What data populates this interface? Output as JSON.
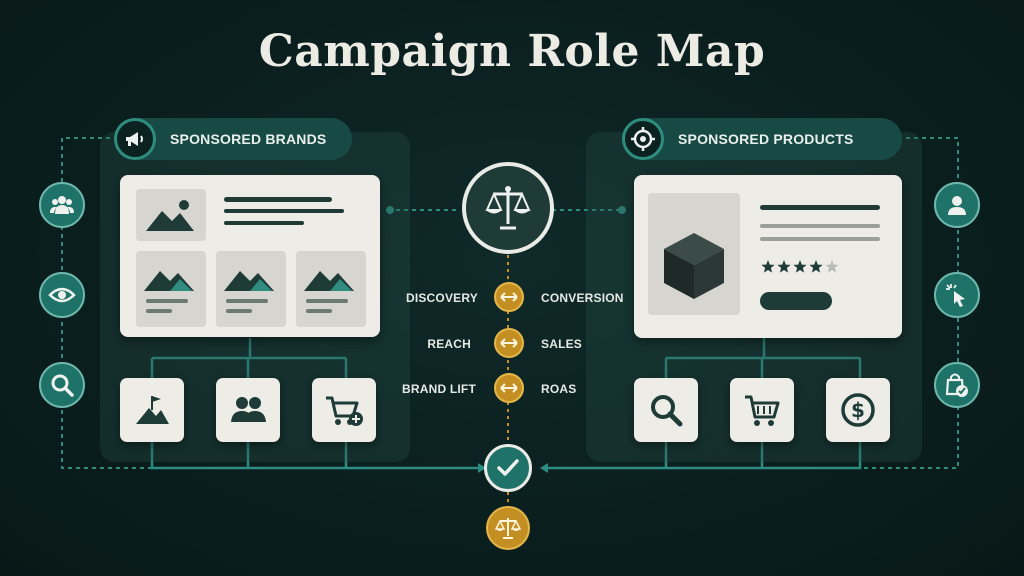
{
  "title": "Campaign Role Map",
  "left": {
    "header": "SPONSORED BRANDS",
    "header_icon": "megaphone-icon",
    "side_icons": [
      "audience-icon",
      "eye-icon",
      "search-icon"
    ],
    "tiles": [
      "flag-mountain-icon",
      "people-icon",
      "cart-plus-icon"
    ]
  },
  "right": {
    "header": "SPONSORED PRODUCTS",
    "header_icon": "target-icon",
    "side_icons": [
      "user-icon",
      "cursor-click-icon",
      "shopping-bag-check-icon"
    ],
    "tiles": [
      "search-icon",
      "cart-icon",
      "dollar-icon"
    ],
    "rating_stars": 4,
    "rating_max": 5
  },
  "center": {
    "top_icon": "scales-icon",
    "bottom_check_icon": "check-icon",
    "bottom_scales_icon": "scales-small-icon",
    "metrics": [
      {
        "left": "DISCOVERY",
        "right": "CONVERSION"
      },
      {
        "left": "REACH",
        "right": "SALES"
      },
      {
        "left": "BRAND LIFT",
        "right": "ROAS"
      }
    ]
  },
  "colors": {
    "background": "#0b1f1f",
    "accent_teal": "#2f8d80",
    "accent_gold": "#c48f22",
    "card": "#edece6",
    "dark_icon": "#1e3b38"
  }
}
